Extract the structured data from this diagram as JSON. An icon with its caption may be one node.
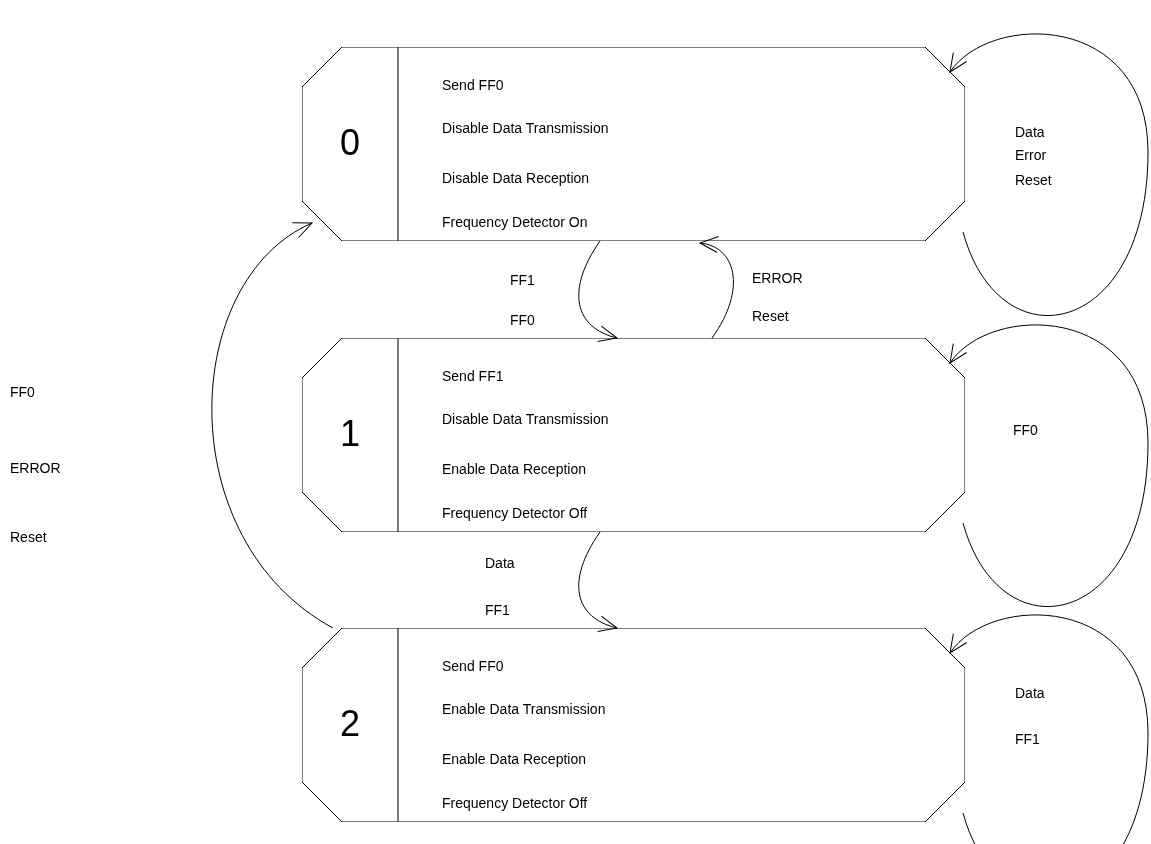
{
  "diagram": {
    "nodes": [
      {
        "text": [
          "0",
          "Send FF0",
          "Disable Data Transmission",
          "Disable Data Reception",
          "Frequency Detector On"
        ]
      },
      {
        "text": [
          "1",
          "Send FF1",
          "Disable Data Transmission",
          "Enable Data Reception",
          "Frequency Detector Off"
        ]
      },
      {
        "text": [
          "2",
          "Send FF0",
          "Enable Data Transmission",
          "Enable Data Reception",
          "Frequency Detector Off"
        ]
      }
    ],
    "edges": [
      {
        "from": 0,
        "to": 0,
        "arrow": "to"
      },
      {
        "from": 0,
        "to": 1,
        "arrow": "to",
        "label": "FF1 FF0"
      },
      {
        "from": 1,
        "to": 0,
        "arrow": "to",
        "label": "ERROR Reset"
      },
      {
        "from": 1,
        "to": 1,
        "arrow": "to"
      },
      {
        "from": 1,
        "to": 2,
        "arrow": "to",
        "label": "Data FF1"
      },
      {
        "from": 2,
        "to": 2,
        "arrow": "to"
      },
      {
        "from": 2,
        "to": 0,
        "arrow": "to"
      }
    ],
    "labels": [
      "Data",
      "Error",
      "Reset",
      "FF0",
      "FF0",
      "ERROR",
      "Reset",
      "Data",
      "FF1"
    ]
  }
}
